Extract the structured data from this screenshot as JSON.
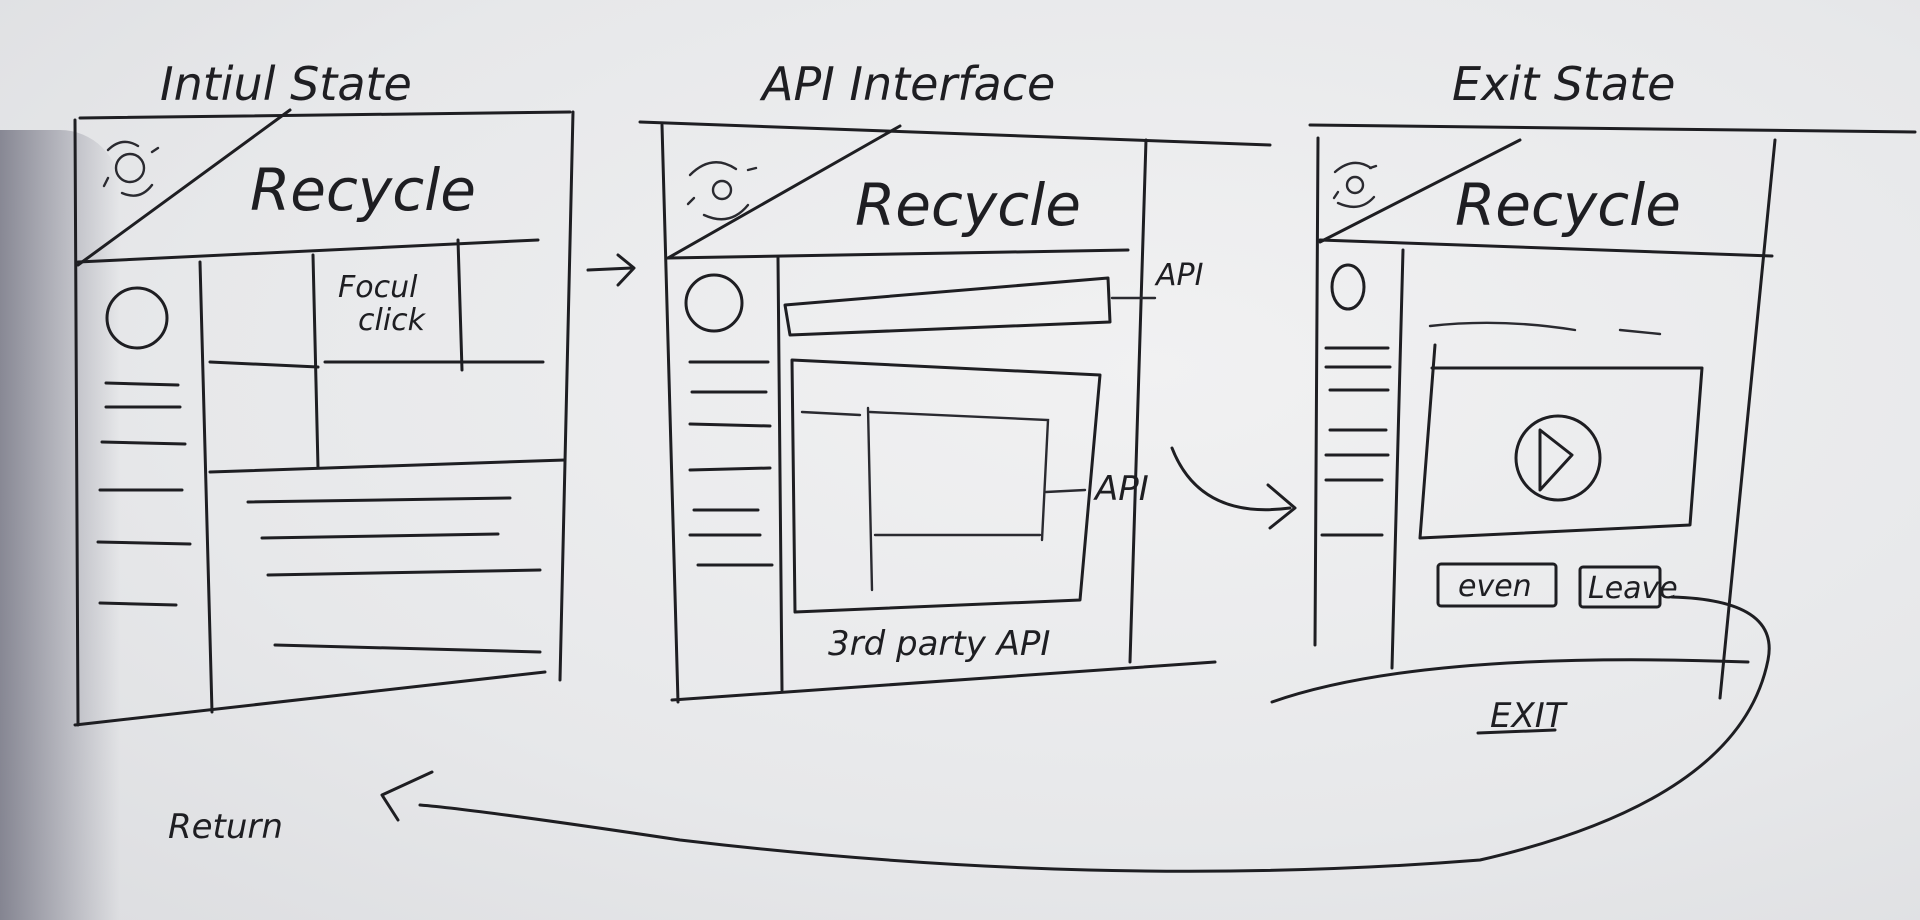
{
  "panels": [
    {
      "heading": "Intiul State",
      "app_title": "Recycle",
      "note": "Focul\nclick"
    },
    {
      "heading": "API Interface",
      "app_title": "Recycle",
      "api_top": "API",
      "api_mid": "API",
      "footer": "3rd party API"
    },
    {
      "heading": "Exit State",
      "app_title": "Recycle",
      "button_left": "even",
      "button_right": "Leave",
      "exit_label": "EXIT"
    }
  ],
  "return_label": "Return",
  "icons": {
    "recycle": "recycle-icon",
    "play": "play-icon"
  }
}
